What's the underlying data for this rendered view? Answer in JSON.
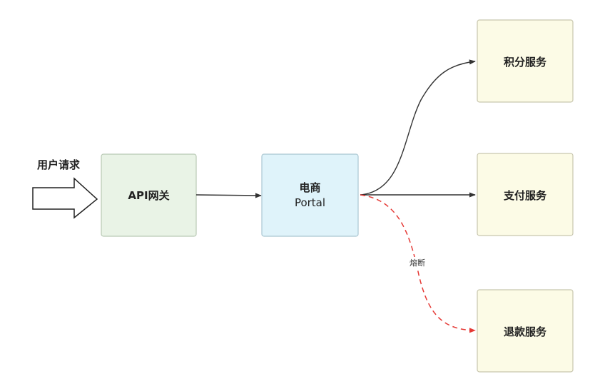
{
  "request": {
    "label": "用户请求"
  },
  "nodes": {
    "gateway": {
      "label": "API网关",
      "fill": "#e9f3e6",
      "stroke": "#b9c9b5"
    },
    "portal": {
      "line1": "电商",
      "line2": "Portal",
      "fill": "#dff3fa",
      "stroke": "#a9c6d1"
    },
    "points": {
      "label": "积分服务",
      "fill": "#fcfbe6",
      "stroke": "#c8c6ae"
    },
    "payment": {
      "label": "支付服务",
      "fill": "#fcfbe6",
      "stroke": "#c8c6ae"
    },
    "refund": {
      "label": "退款服务",
      "fill": "#fcfbe6",
      "stroke": "#c8c6ae"
    }
  },
  "edges": {
    "breaker": {
      "label": "熔断",
      "color": "#e53935"
    },
    "normal_color": "#333333"
  }
}
